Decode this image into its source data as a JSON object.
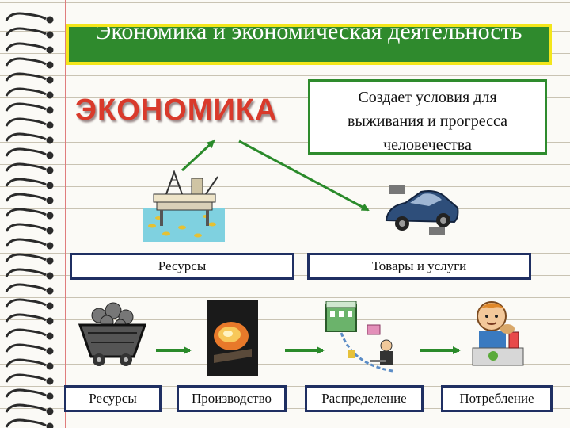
{
  "title": "Экономика и экономическая деятельность",
  "headline": "ЭКОНОМИКА",
  "purpose_box": "Создает условия для\nвыживания и прогресса\nчеловечества",
  "categories": {
    "resources": "Ресурсы",
    "goods": "Товары и услуги"
  },
  "stages": [
    "Ресурсы",
    "Производство",
    "Распределение",
    "Потребление"
  ],
  "icons": [
    "oil-rig-icon",
    "car-icon",
    "coal-cart-icon",
    "furnace-icon",
    "distribution-icon",
    "boy-eating-icon"
  ],
  "colors": {
    "title_bg": "#2f8a2d",
    "title_border": "#f3e61b",
    "headline": "#d93a2b",
    "arrow": "#2a8a2a",
    "label_border": "#1f2f62"
  }
}
